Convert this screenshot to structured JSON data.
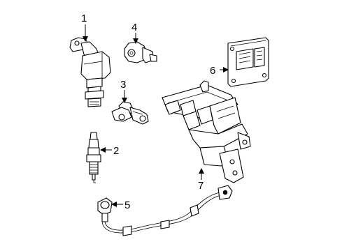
{
  "callouts": [
    {
      "id": "1",
      "label": "1",
      "part": "ignition-coil"
    },
    {
      "id": "2",
      "label": "2",
      "part": "spark-plug"
    },
    {
      "id": "3",
      "label": "3",
      "part": "camshaft-position-sensor"
    },
    {
      "id": "4",
      "label": "4",
      "part": "crankshaft-position-sensor"
    },
    {
      "id": "5",
      "label": "5",
      "part": "knock-sensor-harness"
    },
    {
      "id": "6",
      "label": "6",
      "part": "engine-control-module"
    },
    {
      "id": "7",
      "label": "7",
      "part": "ecm-mounting-bracket"
    }
  ]
}
